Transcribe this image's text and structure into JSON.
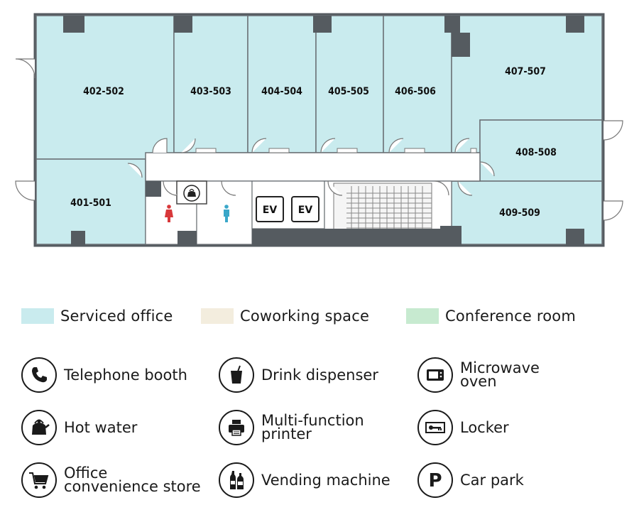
{
  "floorplan": {
    "rooms": [
      {
        "id": "402-502",
        "label": "402-502"
      },
      {
        "id": "403-503",
        "label": "403-503"
      },
      {
        "id": "404-504",
        "label": "404-504"
      },
      {
        "id": "405-505",
        "label": "405-505"
      },
      {
        "id": "406-506",
        "label": "406-506"
      },
      {
        "id": "407-507",
        "label": "407-507"
      },
      {
        "id": "408-508",
        "label": "408-508"
      },
      {
        "id": "409-509",
        "label": "409-509"
      },
      {
        "id": "401-501",
        "label": "401-501"
      }
    ],
    "elevators": [
      {
        "label": "EV"
      },
      {
        "label": "EV"
      }
    ]
  },
  "colors": {
    "serviced_office": "#c9ebee",
    "coworking_space": "#f3edde",
    "conference_room": "#c7ead0",
    "wall": "#555b60",
    "corridor": "#ffffff"
  },
  "legend": {
    "space_types": [
      {
        "label": "Serviced office",
        "color": "#c9ebee"
      },
      {
        "label": "Coworking space",
        "color": "#f3edde"
      },
      {
        "label": "Conference room",
        "color": "#c7ead0"
      }
    ],
    "amenities": [
      {
        "label": "Telephone booth",
        "icon": "telephone-icon"
      },
      {
        "label": "Drink dispenser",
        "icon": "drink-dispenser-icon"
      },
      {
        "label": "Microwave\noven",
        "icon": "microwave-icon"
      },
      {
        "label": "Hot water",
        "icon": "kettle-icon"
      },
      {
        "label": "Multi-function\nprinter",
        "icon": "printer-icon"
      },
      {
        "label": "Locker",
        "icon": "key-icon"
      },
      {
        "label": "Office\nconvenience store",
        "icon": "cart-icon"
      },
      {
        "label": "Vending machine",
        "icon": "bottles-icon"
      },
      {
        "label": "Car park",
        "icon": "parking-icon"
      }
    ]
  }
}
